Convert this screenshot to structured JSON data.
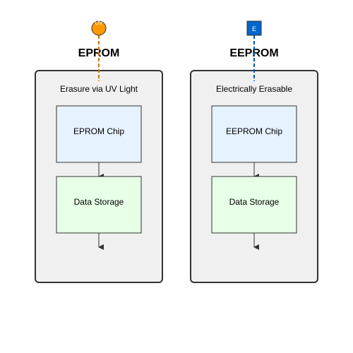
{
  "diagram": {
    "panels": [
      {
        "title": "EPROM",
        "subtitle": "Erasure via UV Light",
        "chip_label": "EPROM Chip",
        "storage_label": "Data Storage",
        "indicator_label": "UV"
      },
      {
        "title": "EEPROM",
        "subtitle": "Electrically Erasable",
        "chip_label": "EEPROM Chip",
        "storage_label": "Data Storage",
        "indicator_label": "E"
      }
    ],
    "colors": {
      "panel_fill": "#f0f0f0",
      "panel_stroke": "#333333",
      "chip_fill": "#e6f2ff",
      "storage_fill": "#e6ffe6",
      "box_stroke": "#333333",
      "uv_indicator": "#ff9900",
      "uv_line": "#cc7700",
      "e_indicator": "#0066cc",
      "e_line": "#0055aa"
    }
  }
}
